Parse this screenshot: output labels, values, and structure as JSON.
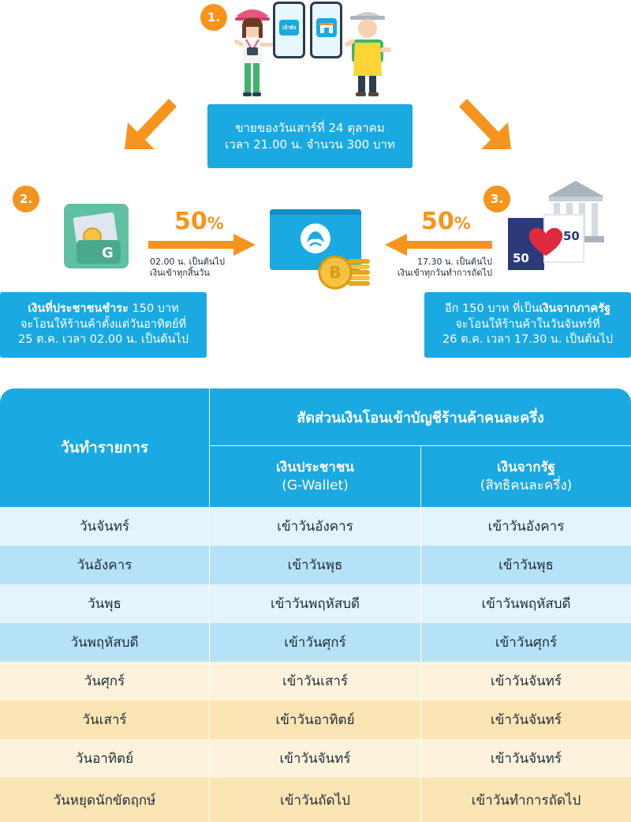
{
  "steps": {
    "step1": {
      "num": "1.",
      "phone_app_label": "เป๋าตัง",
      "line1": "ขายของวันเสาร์ที่ 24 ตุลาคม",
      "line2": "เวลา 21.00 น. จำนวน 300 บาท"
    },
    "step2": {
      "num": "2.",
      "wallet_letter": "G",
      "pct": "50",
      "pct_sign": "%",
      "note1": "02.00 น. เป็นต้นไป",
      "note2": "เงินเข้าทุกสิ้นวัน",
      "box_bold": "เงินที่ประชาชนชำระ",
      "box_rest": " 150 บาท",
      "box_line2": "จะโอนให้ร้านค้าตั้งแต่วันอาทิตย์ที่",
      "box_line3": "25 ต.ค. เวลา 02.00 น. เป็นต้นไป"
    },
    "step3": {
      "num": "3.",
      "puzzle_left": "50",
      "puzzle_right": "50",
      "pct": "50",
      "pct_sign": "%",
      "note1": "17.30 น. เป็นต้นไป",
      "note2": "เงินเข้าทุกวันทำการถัดไป",
      "box_pre": "อีก 150 บาท ที่เป็น",
      "box_bold": "เงินจากภาครัฐ",
      "box_line2": "จะโอนให้ร้านค้าในวันจันทร์ที่",
      "box_line3": "26 ต.ค. เวลา 17.30 น. เป็นต้นไป"
    }
  },
  "colors": {
    "accent_blue": "#1aa9e1",
    "accent_orange": "#f7941d",
    "row_blue_light": "#e3f4fc",
    "row_blue": "#b6e2f7",
    "row_cream_light": "#fdf3dc",
    "row_cream": "#fbe5b4"
  },
  "table": {
    "col_day": "วันทำรายการ",
    "group_header": "สัดส่วนเงินโอนเข้าบัญชีร้านค้าคนละครึ่ง",
    "col_people": "เงินประชาชน",
    "col_people_sub": "(G-Wallet)",
    "col_gov": "เงินจากรัฐ",
    "col_gov_sub": "(สิทธิคนละครึ่ง)",
    "rows": [
      {
        "day": "วันจันทร์",
        "people": "เข้าวันอังคาร",
        "gov": "เข้าวันอังคาร"
      },
      {
        "day": "วันอังคาร",
        "people": "เข้าวันพุธ",
        "gov": "เข้าวันพุธ"
      },
      {
        "day": "วันพุธ",
        "people": "เข้าวันพฤหัสบดี",
        "gov": "เข้าวันพฤหัสบดี"
      },
      {
        "day": "วันพฤหัสบดี",
        "people": "เข้าวันศุกร์",
        "gov": "เข้าวันศุกร์"
      },
      {
        "day": "วันศุกร์",
        "people": "เข้าวันเสาร์",
        "gov": "เข้าวันจันทร์"
      },
      {
        "day": "วันเสาร์",
        "people": "เข้าวันอาทิตย์",
        "gov": "เข้าวันจันทร์"
      },
      {
        "day": "วันอาทิตย์",
        "people": "เข้าวันจันทร์",
        "gov": "เข้าวันจันทร์"
      },
      {
        "day": "วันหยุดนักขัตฤกษ์",
        "people": "เข้าวันถัดไป",
        "gov": "เข้าวันทำการถัดไป"
      }
    ]
  }
}
